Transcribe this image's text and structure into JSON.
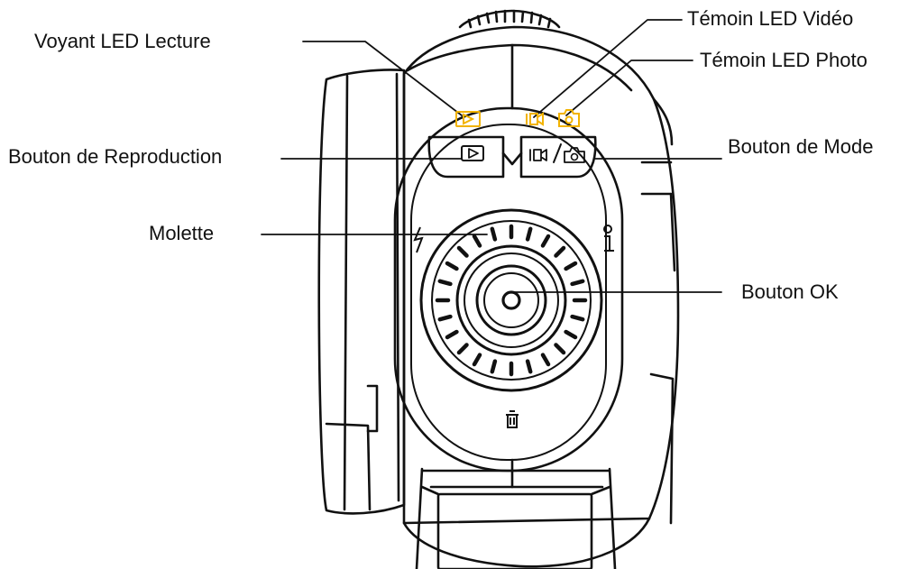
{
  "labels": {
    "playback_led": "Voyant LED Lecture",
    "video_led": "Témoin LED Vidéo",
    "photo_led": "Témoin LED Photo",
    "playback_button": "Bouton de Reproduction",
    "mode_button": "Bouton de Mode",
    "dial": "Molette",
    "ok_button": "Bouton OK"
  },
  "colors": {
    "line": "#111111",
    "led_yellow": "#f2b300",
    "background": "#ffffff"
  },
  "icons": {
    "playback_led": "play-icon",
    "video_led": "video-camera-icon",
    "photo_led": "camera-icon",
    "flash": "flash-icon",
    "info": "info-icon",
    "trash": "trash-icon"
  }
}
